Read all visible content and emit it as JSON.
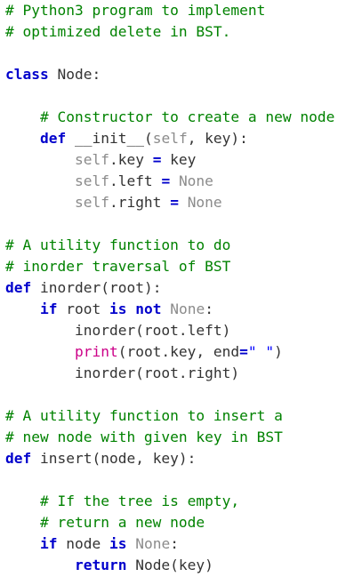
{
  "code": {
    "language": "python",
    "colors": {
      "comment": "#008200",
      "keyword": "#0000cc",
      "builtin": "#cc0088",
      "self": "#8b8b8b",
      "constant": "#8b8b8b",
      "string": "#0000ff",
      "plain": "#333333"
    },
    "lines": [
      [
        {
          "t": "comment",
          "v": "# Python3 program to implement"
        }
      ],
      [
        {
          "t": "comment",
          "v": "# optimized delete in BST."
        }
      ],
      [],
      [
        {
          "t": "keyword",
          "v": "class"
        },
        {
          "t": "plain",
          "v": " Node:"
        }
      ],
      [],
      [
        {
          "t": "plain",
          "v": "    "
        },
        {
          "t": "comment",
          "v": "# Constructor to create a new node"
        }
      ],
      [
        {
          "t": "plain",
          "v": "    "
        },
        {
          "t": "keyword",
          "v": "def"
        },
        {
          "t": "plain",
          "v": " __init__("
        },
        {
          "t": "self",
          "v": "self"
        },
        {
          "t": "plain",
          "v": ", key):"
        }
      ],
      [
        {
          "t": "plain",
          "v": "        "
        },
        {
          "t": "self",
          "v": "self"
        },
        {
          "t": "plain",
          "v": ".key "
        },
        {
          "t": "op",
          "v": "="
        },
        {
          "t": "plain",
          "v": " key"
        }
      ],
      [
        {
          "t": "plain",
          "v": "        "
        },
        {
          "t": "self",
          "v": "self"
        },
        {
          "t": "plain",
          "v": ".left "
        },
        {
          "t": "op",
          "v": "="
        },
        {
          "t": "plain",
          "v": " "
        },
        {
          "t": "const",
          "v": "None"
        }
      ],
      [
        {
          "t": "plain",
          "v": "        "
        },
        {
          "t": "self",
          "v": "self"
        },
        {
          "t": "plain",
          "v": ".right "
        },
        {
          "t": "op",
          "v": "="
        },
        {
          "t": "plain",
          "v": " "
        },
        {
          "t": "const",
          "v": "None"
        }
      ],
      [],
      [
        {
          "t": "comment",
          "v": "# A utility function to do"
        }
      ],
      [
        {
          "t": "comment",
          "v": "# inorder traversal of BST"
        }
      ],
      [
        {
          "t": "keyword",
          "v": "def"
        },
        {
          "t": "plain",
          "v": " inorder(root):"
        }
      ],
      [
        {
          "t": "plain",
          "v": "    "
        },
        {
          "t": "keyword",
          "v": "if"
        },
        {
          "t": "plain",
          "v": " root "
        },
        {
          "t": "keyword",
          "v": "is"
        },
        {
          "t": "plain",
          "v": " "
        },
        {
          "t": "keyword",
          "v": "not"
        },
        {
          "t": "plain",
          "v": " "
        },
        {
          "t": "const",
          "v": "None"
        },
        {
          "t": "plain",
          "v": ":"
        }
      ],
      [
        {
          "t": "plain",
          "v": "        inorder(root.left)"
        }
      ],
      [
        {
          "t": "plain",
          "v": "        "
        },
        {
          "t": "builtin",
          "v": "print"
        },
        {
          "t": "plain",
          "v": "(root.key, end"
        },
        {
          "t": "op",
          "v": "="
        },
        {
          "t": "string",
          "v": "\" \""
        },
        {
          "t": "plain",
          "v": ")"
        }
      ],
      [
        {
          "t": "plain",
          "v": "        inorder(root.right)"
        }
      ],
      [],
      [
        {
          "t": "comment",
          "v": "# A utility function to insert a"
        }
      ],
      [
        {
          "t": "comment",
          "v": "# new node with given key in BST"
        }
      ],
      [
        {
          "t": "keyword",
          "v": "def"
        },
        {
          "t": "plain",
          "v": " insert(node, key):"
        }
      ],
      [],
      [
        {
          "t": "plain",
          "v": "    "
        },
        {
          "t": "comment",
          "v": "# If the tree is empty,"
        }
      ],
      [
        {
          "t": "plain",
          "v": "    "
        },
        {
          "t": "comment",
          "v": "# return a new node"
        }
      ],
      [
        {
          "t": "plain",
          "v": "    "
        },
        {
          "t": "keyword",
          "v": "if"
        },
        {
          "t": "plain",
          "v": " node "
        },
        {
          "t": "keyword",
          "v": "is"
        },
        {
          "t": "plain",
          "v": " "
        },
        {
          "t": "const",
          "v": "None"
        },
        {
          "t": "plain",
          "v": ":"
        }
      ],
      [
        {
          "t": "plain",
          "v": "        "
        },
        {
          "t": "keyword",
          "v": "return"
        },
        {
          "t": "plain",
          "v": " Node(key)"
        }
      ]
    ]
  }
}
